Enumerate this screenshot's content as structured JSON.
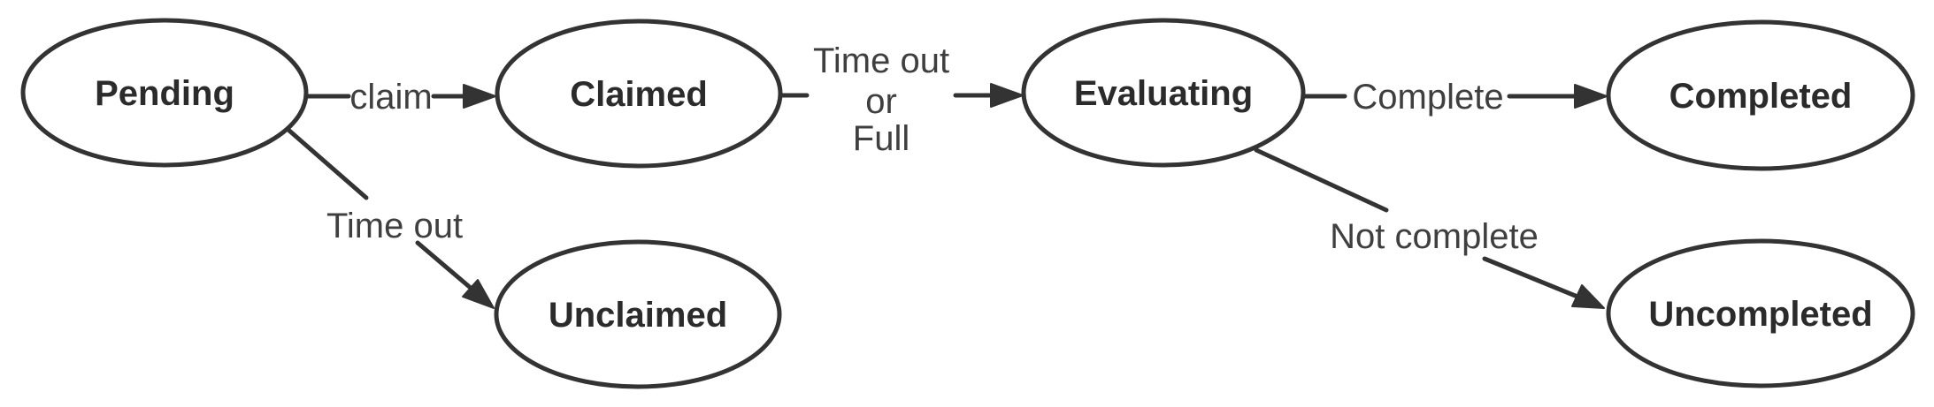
{
  "diagram": {
    "type": "state-transition-diagram",
    "colors": {
      "background": "#ffffff",
      "stroke": "#333333",
      "node_text": "#2b2b2b",
      "edge_label_text": "#3f3f3f"
    },
    "nodes": [
      {
        "id": "pending",
        "label": "Pending"
      },
      {
        "id": "claimed",
        "label": "Claimed"
      },
      {
        "id": "evaluating",
        "label": "Evaluating"
      },
      {
        "id": "completed",
        "label": "Completed"
      },
      {
        "id": "unclaimed",
        "label": "Unclaimed"
      },
      {
        "id": "uncompleted",
        "label": "Uncompleted"
      }
    ],
    "edges": [
      {
        "from": "Pending",
        "to": "Claimed",
        "label": "claim"
      },
      {
        "from": "Pending",
        "to": "Unclaimed",
        "label": "Time out"
      },
      {
        "from": "Claimed",
        "to": "Evaluating",
        "label": "Time out or Full",
        "label_lines": [
          "Time out",
          "or",
          "Full"
        ]
      },
      {
        "from": "Evaluating",
        "to": "Completed",
        "label": "Complete"
      },
      {
        "from": "Evaluating",
        "to": "Uncompleted",
        "label": "Not complete"
      }
    ]
  }
}
